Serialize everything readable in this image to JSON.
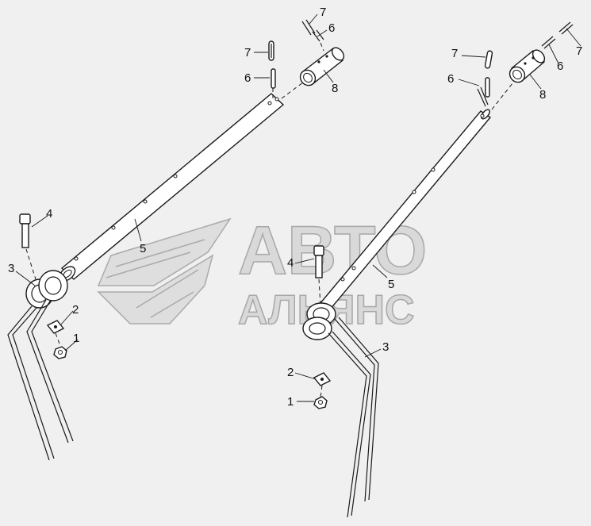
{
  "watermark": {
    "line1": "АВТО",
    "line2": "АЛЬЯНС"
  },
  "callouts": {
    "left": {
      "c1": "1",
      "c2": "2",
      "c3": "3",
      "c4": "4",
      "c5": "5",
      "c6a": "6",
      "c6b": "6",
      "c7a": "7",
      "c7b": "7",
      "c8": "8"
    },
    "right": {
      "c1": "1",
      "c2": "2",
      "c3": "3",
      "c4": "4",
      "c5": "5",
      "c6a": "6",
      "c6b": "6",
      "c7a": "7",
      "c7b": "7",
      "c8": "8"
    }
  }
}
